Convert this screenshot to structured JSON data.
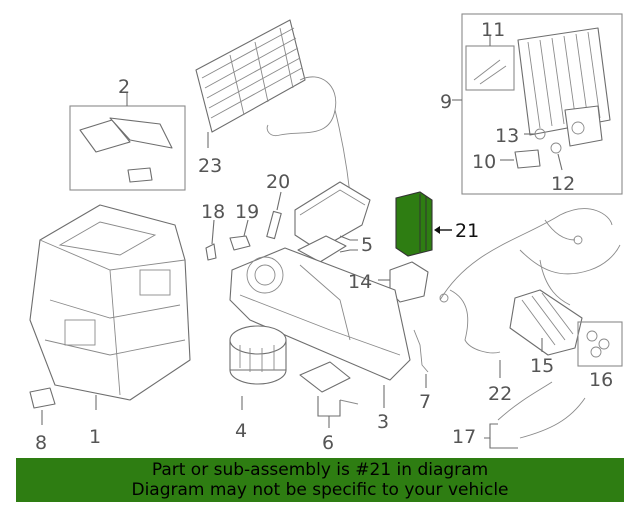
{
  "callouts": {
    "c1": "1",
    "c2": "2",
    "c3": "3",
    "c4": "4",
    "c5": "5",
    "c6": "6",
    "c7": "7",
    "c8": "8",
    "c9": "9",
    "c10": "10",
    "c11": "11",
    "c12": "12",
    "c13": "13",
    "c14": "14",
    "c15": "15",
    "c16": "16",
    "c17": "17",
    "c18": "18",
    "c19": "19",
    "c20": "20",
    "c21": "21",
    "c22": "22",
    "c23": "23"
  },
  "highlight": {
    "part": "21",
    "color": "#2e7d12"
  },
  "banner": {
    "line1": "Part or sub-assembly is #21 in diagram",
    "line2": "Diagram may not be specific to your vehicle",
    "color": "#2e7d12"
  }
}
